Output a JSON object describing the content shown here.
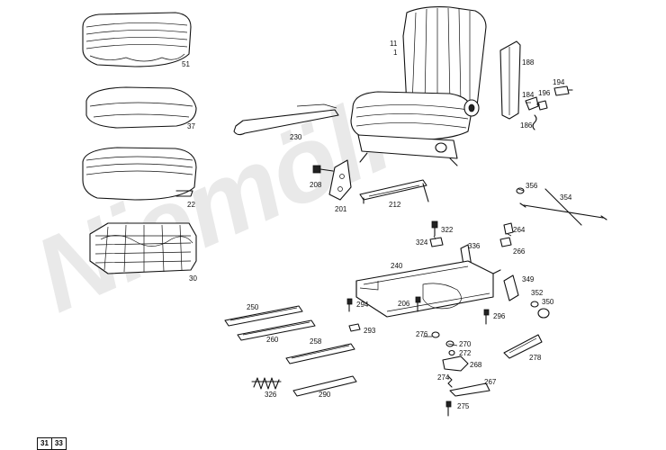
{
  "watermark": {
    "text": "Niemöller"
  },
  "page_refs": [
    "31",
    "33"
  ],
  "labels": {
    "p51": "51",
    "p37": "37",
    "p22": "22",
    "p30": "30",
    "p11": "11",
    "p1": "1",
    "p188": "188",
    "p194": "194",
    "p184": "184",
    "p196": "196",
    "p186": "186",
    "p230": "230",
    "p208": "208",
    "p201": "201",
    "p212": "212",
    "p264": "264",
    "p356": "356",
    "p354": "354",
    "p322": "322",
    "p324": "324",
    "p336": "336",
    "p266": "266",
    "p240": "240",
    "p349": "349",
    "p352": "352",
    "p350": "350",
    "p294": "294",
    "p206": "206",
    "p296": "296",
    "p250": "250",
    "p260": "260",
    "p293": "293",
    "p258": "258",
    "p276": "276",
    "p270": "270",
    "p272": "272",
    "p268": "268",
    "p278": "278",
    "p274": "274",
    "p267": "267",
    "p326": "326",
    "p290": "290",
    "p275": "275"
  }
}
